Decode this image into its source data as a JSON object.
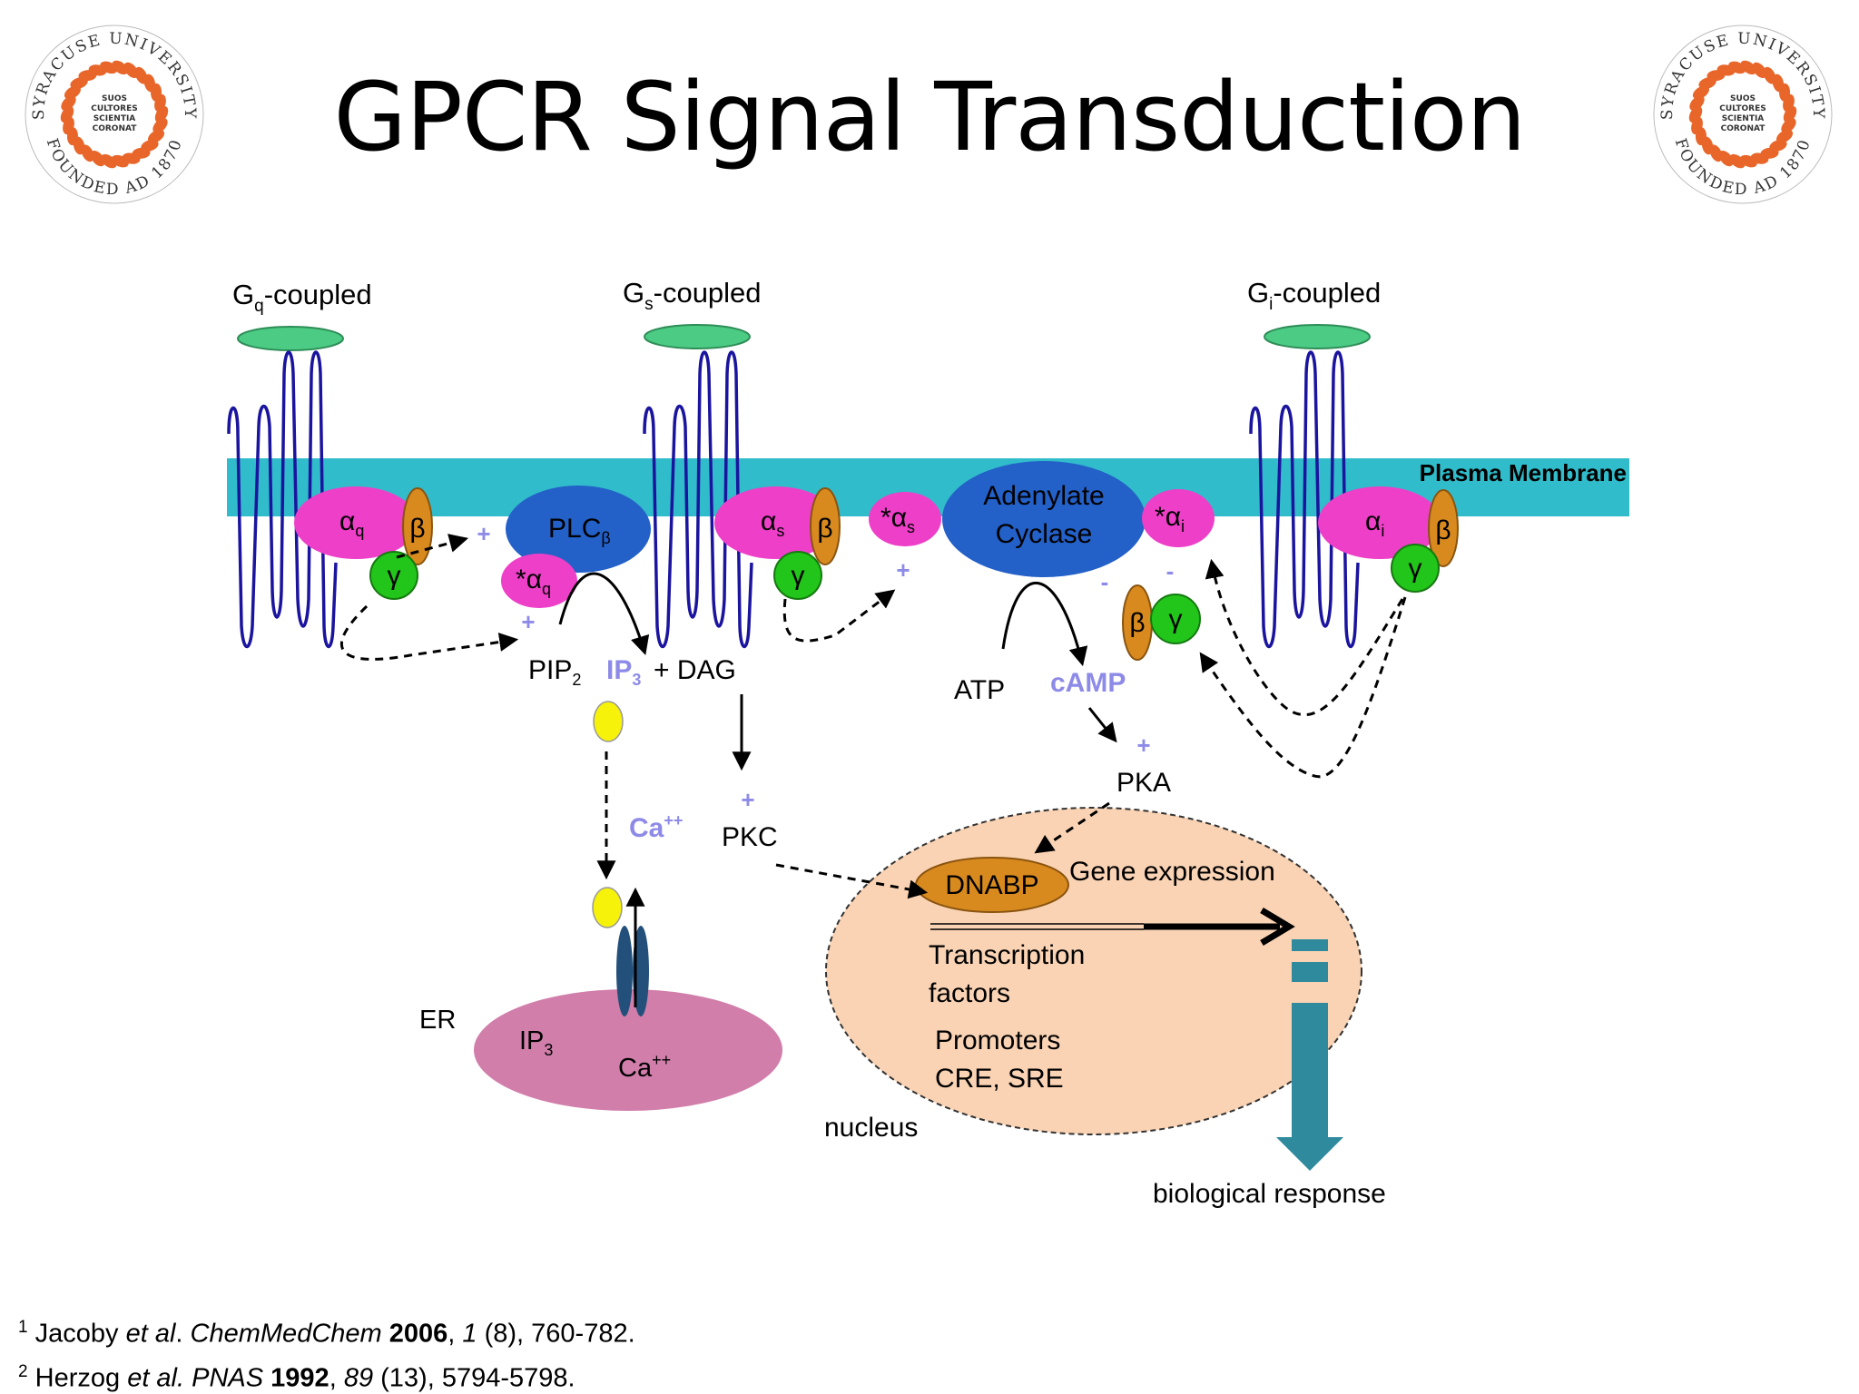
{
  "slide": {
    "title": "GPCR Signal Transduction"
  },
  "seal": {
    "text_top": "SYRACUSE UNIVERSITY",
    "text_bottom": "FOUNDED AD 1870",
    "motto": [
      "SUOS",
      "CULTORES",
      "SCIENTIA",
      "CORONAT"
    ]
  },
  "diagram": {
    "receptors": {
      "gq": {
        "main": "G",
        "sub": "q",
        "suffix": "-coupled"
      },
      "gs": {
        "main": "G",
        "sub": "s",
        "suffix": "-coupled"
      },
      "gi": {
        "main": "G",
        "sub": "i",
        "suffix": "-coupled"
      }
    },
    "membrane_label": "Plasma Membrane",
    "subunits": {
      "alpha": "α",
      "beta": "β",
      "gamma": "γ",
      "star": "*",
      "sub_q": "q",
      "sub_s": "s",
      "sub_i": "i"
    },
    "enzymes": {
      "plc_main": "PLC",
      "plc_sub": "β",
      "adenylate_line1": "Adenylate",
      "adenylate_line2": "Cyclase"
    },
    "molecules": {
      "pip_main": "PIP",
      "pip_sub": "2",
      "ip_main": "IP",
      "ip_sub": "3",
      "plus_dag": "+ DAG",
      "atp": "ATP",
      "camp": "cAMP",
      "pka": "PKA",
      "pkc": "PKC",
      "ca_main": "Ca",
      "ca_sup": "++"
    },
    "signs": {
      "plus": "+",
      "minus": "-"
    },
    "er": {
      "label": "ER",
      "ip_main": "IP",
      "ip_sub": "3",
      "ca_main": "Ca",
      "ca_sup": "++"
    },
    "nucleus": {
      "label": "nucleus",
      "dnabp": "DNABP",
      "gene_expression": "Gene expression",
      "tf_line1": "Transcription",
      "tf_line2": "factors",
      "promoters": "Promoters",
      "cre_sre": "CRE, SRE"
    },
    "response": "biological response",
    "colors": {
      "membrane": "#30BCCB",
      "receptor_line": "#1B149E",
      "receptor_cap": "#4CCB85",
      "alpha": "#EE3FC8",
      "beta": "#D88A1E",
      "gamma": "#22C51A",
      "enzyme": "#2360C8",
      "plus_sign": "#8E8BE8",
      "highlight_text": "#8E8BE8",
      "ca_dot": "#F7F20A",
      "er": "#D17EAA",
      "nucleus": "#FAD3B4",
      "response_arrow": "#2F8A9E",
      "seal_orange": "#E8662A"
    }
  },
  "references": [
    {
      "num": "1",
      "authors": "Jacoby ",
      "etal": "et al",
      "sep": ". ",
      "journal": "ChemMedChem",
      "year": "2006",
      "volume": "1",
      "rest": " (8), 760-782."
    },
    {
      "num": "2",
      "authors": "Herzog ",
      "etal": "et al.",
      "sep": " ",
      "journal": "PNAS",
      "year": "1992",
      "volume": "89",
      "rest": " (13), 5794-5798."
    }
  ]
}
